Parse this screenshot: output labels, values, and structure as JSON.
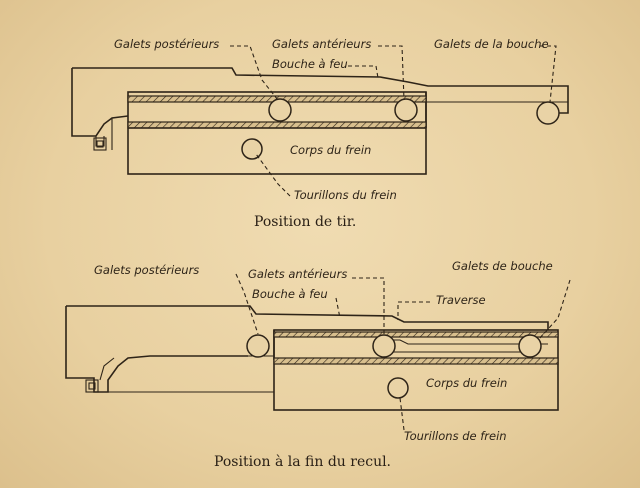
{
  "figures": [
    {
      "caption": "Position de tir.",
      "labels": {
        "galets_posterieurs": "Galets postérieurs",
        "galets_anterieurs": "Galets antérieurs",
        "bouche_a_feu": "Bouche à feu",
        "galets_de_la_bouche": "Galets de la bouche",
        "corps_du_frein": "Corps du frein",
        "tourillons_du_frein": "Tourillons du frein"
      }
    },
    {
      "caption": "Position à la fin du recul.",
      "labels": {
        "galets_posterieurs": "Galets postérieurs",
        "galets_anterieurs": "Galets antérieurs",
        "bouche_a_feu": "Bouche à feu",
        "galets_de_bouche": "Galets de bouche",
        "traverse": "Traverse",
        "corps_du_frein": "Corps du frein",
        "tourillons_de_frein": "Tourillons de frein"
      }
    }
  ]
}
